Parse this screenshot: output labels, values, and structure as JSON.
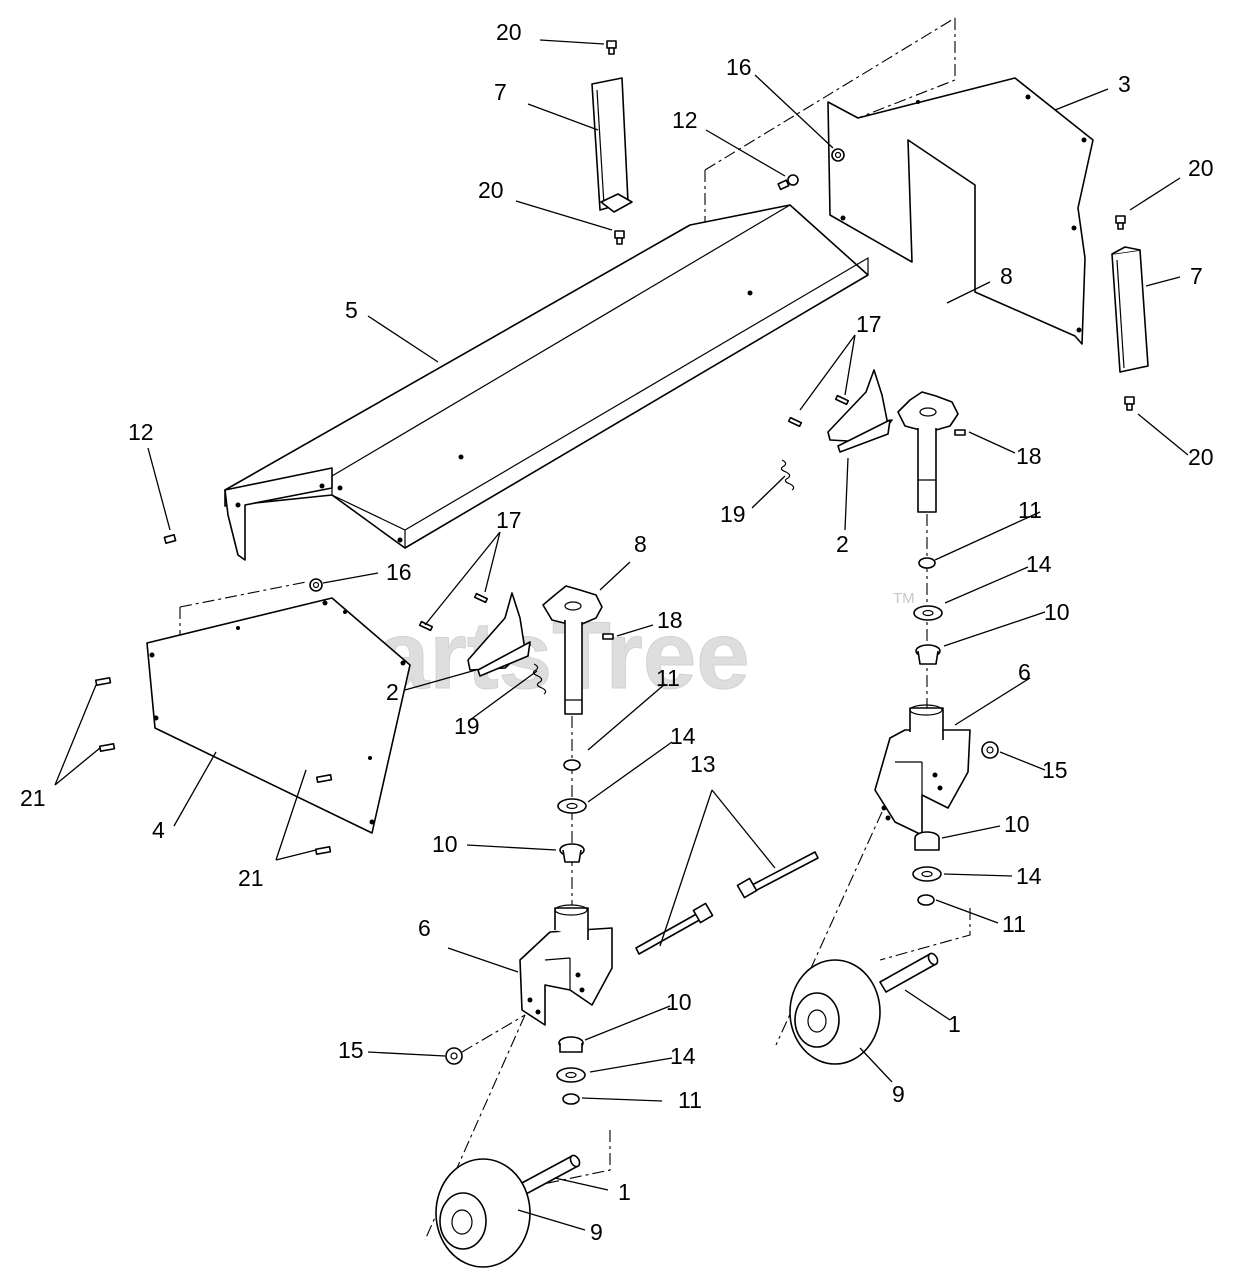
{
  "watermark": {
    "text": "PartsTree",
    "tm": "TM"
  },
  "callouts": [
    {
      "id": "c1",
      "label": "20"
    },
    {
      "id": "c2",
      "label": "7"
    },
    {
      "id": "c3",
      "label": "16"
    },
    {
      "id": "c4",
      "label": "3"
    },
    {
      "id": "c5",
      "label": "12"
    },
    {
      "id": "c6",
      "label": "20"
    },
    {
      "id": "c7",
      "label": "20"
    },
    {
      "id": "c8",
      "label": "7"
    },
    {
      "id": "c9",
      "label": "5"
    },
    {
      "id": "c10",
      "label": "17"
    },
    {
      "id": "c11",
      "label": "8"
    },
    {
      "id": "c12",
      "label": "12"
    },
    {
      "id": "c13",
      "label": "20"
    },
    {
      "id": "c14",
      "label": "18"
    },
    {
      "id": "c15",
      "label": "19"
    },
    {
      "id": "c16",
      "label": "2"
    },
    {
      "id": "c17",
      "label": "11"
    },
    {
      "id": "c18",
      "label": "17"
    },
    {
      "id": "c19",
      "label": "8"
    },
    {
      "id": "c20",
      "label": "14"
    },
    {
      "id": "c21",
      "label": "16"
    },
    {
      "id": "c22",
      "label": "18"
    },
    {
      "id": "c23",
      "label": "10"
    },
    {
      "id": "c24",
      "label": "2"
    },
    {
      "id": "c25",
      "label": "11"
    },
    {
      "id": "c26",
      "label": "6"
    },
    {
      "id": "c27",
      "label": "19"
    },
    {
      "id": "c28",
      "label": "15"
    },
    {
      "id": "c29",
      "label": "14"
    },
    {
      "id": "c30",
      "label": "21"
    },
    {
      "id": "c31",
      "label": "4"
    },
    {
      "id": "c32",
      "label": "13"
    },
    {
      "id": "c33",
      "label": "10"
    },
    {
      "id": "c34",
      "label": "10"
    },
    {
      "id": "c35",
      "label": "21"
    },
    {
      "id": "c36",
      "label": "14"
    },
    {
      "id": "c37",
      "label": "6"
    },
    {
      "id": "c38",
      "label": "11"
    },
    {
      "id": "c39",
      "label": "10"
    },
    {
      "id": "c40",
      "label": "1"
    },
    {
      "id": "c41",
      "label": "15"
    },
    {
      "id": "c42",
      "label": "14"
    },
    {
      "id": "c43",
      "label": "9"
    },
    {
      "id": "c44",
      "label": "11"
    },
    {
      "id": "c45",
      "label": "1"
    },
    {
      "id": "c46",
      "label": "9"
    }
  ]
}
